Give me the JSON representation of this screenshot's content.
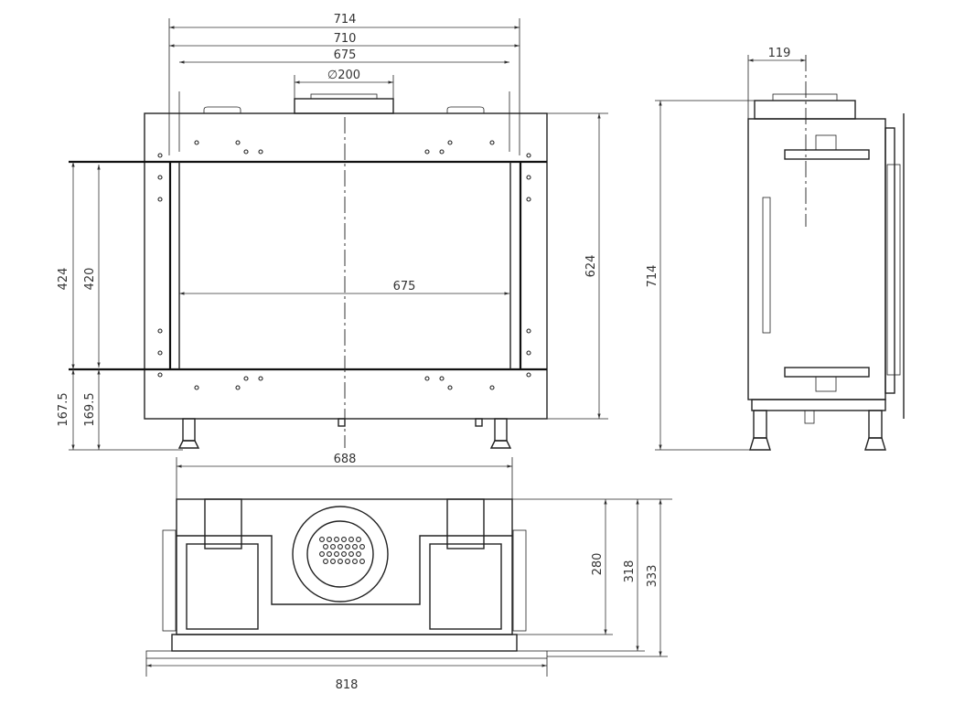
{
  "front_view": {
    "dim_overall_width": "714",
    "dim_frame_width": "710",
    "dim_glass_top_width": "675",
    "dim_flue_diameter": "∅200",
    "dim_glass_width": "675",
    "dim_total_height": "624",
    "dim_glass_height_outer": "424",
    "dim_glass_height_inner": "420",
    "dim_bottom_left": "167.5",
    "dim_bottom_inner": "169.5"
  },
  "side_view": {
    "dim_flue_offset": "119",
    "dim_total_height": "714"
  },
  "bottom_view": {
    "dim_body_width": "688",
    "dim_overall_width": "818",
    "dim_depth_body": "280",
    "dim_depth_frame": "318",
    "dim_depth_total": "333"
  }
}
